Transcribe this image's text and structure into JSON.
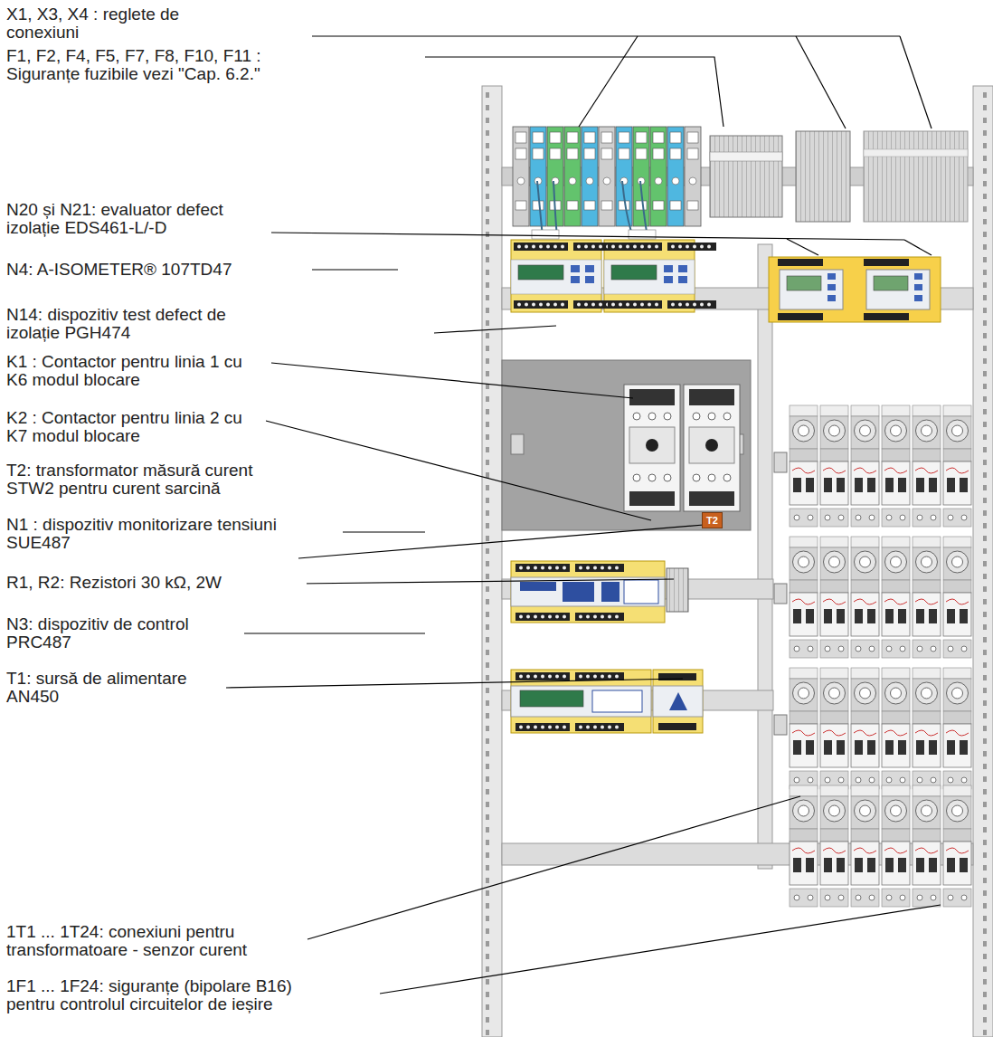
{
  "diagram": {
    "labels": [
      "X1, X3, X4 : reglete de conexiuni",
      "F1, F2, F4, F5, F7, F8, F10, F11 : Siguranțe fuzibile vezi \"Cap. 6.2.\"",
      "N20 și N21: evaluator defect izolație EDS461-L/-D",
      "N4: A-ISOMETER® 107TD47",
      "N14: dispozitiv test defect de izolație PGH474",
      "K1 : Contactor pentru linia 1 cu K6 modul blocare",
      "K2 : Contactor pentru linia 2 cu K7 modul blocare",
      "T2: transformator măsură curent STW2 pentru curent sarcină",
      "N1 : dispozitiv monitorizare tensiuni SUE487",
      "R1, R2: Rezistori 30 kΩ, 2W",
      "N3: dispozitiv de control PRC487",
      "T1: sursă de alimentare AN450",
      "1T1 ... 1T24: conexiuni pentru transformatoare - senzor curent",
      "1F1 ... 1F24: siguranțe (bipolare B16) pentru controlul circuitelor de ieșire",
      "T2"
    ]
  }
}
